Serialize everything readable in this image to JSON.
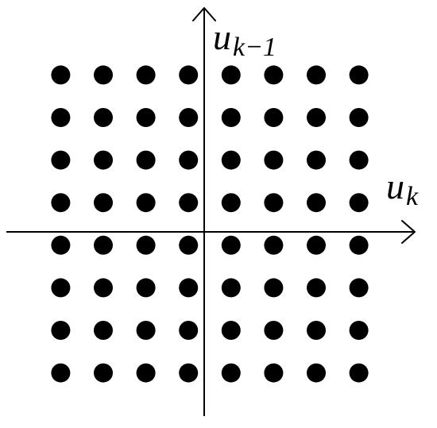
{
  "diagram": {
    "x_axis_label": {
      "main": "u",
      "subscript": "k"
    },
    "y_axis_label": {
      "main": "u",
      "subscript": "k−1"
    },
    "point_color": "#000000",
    "axis_color": "#000000",
    "constellation": {
      "columns": 8,
      "rows": 8,
      "levels": [
        -7,
        -5,
        -3,
        -1,
        1,
        3,
        5,
        7
      ]
    }
  }
}
